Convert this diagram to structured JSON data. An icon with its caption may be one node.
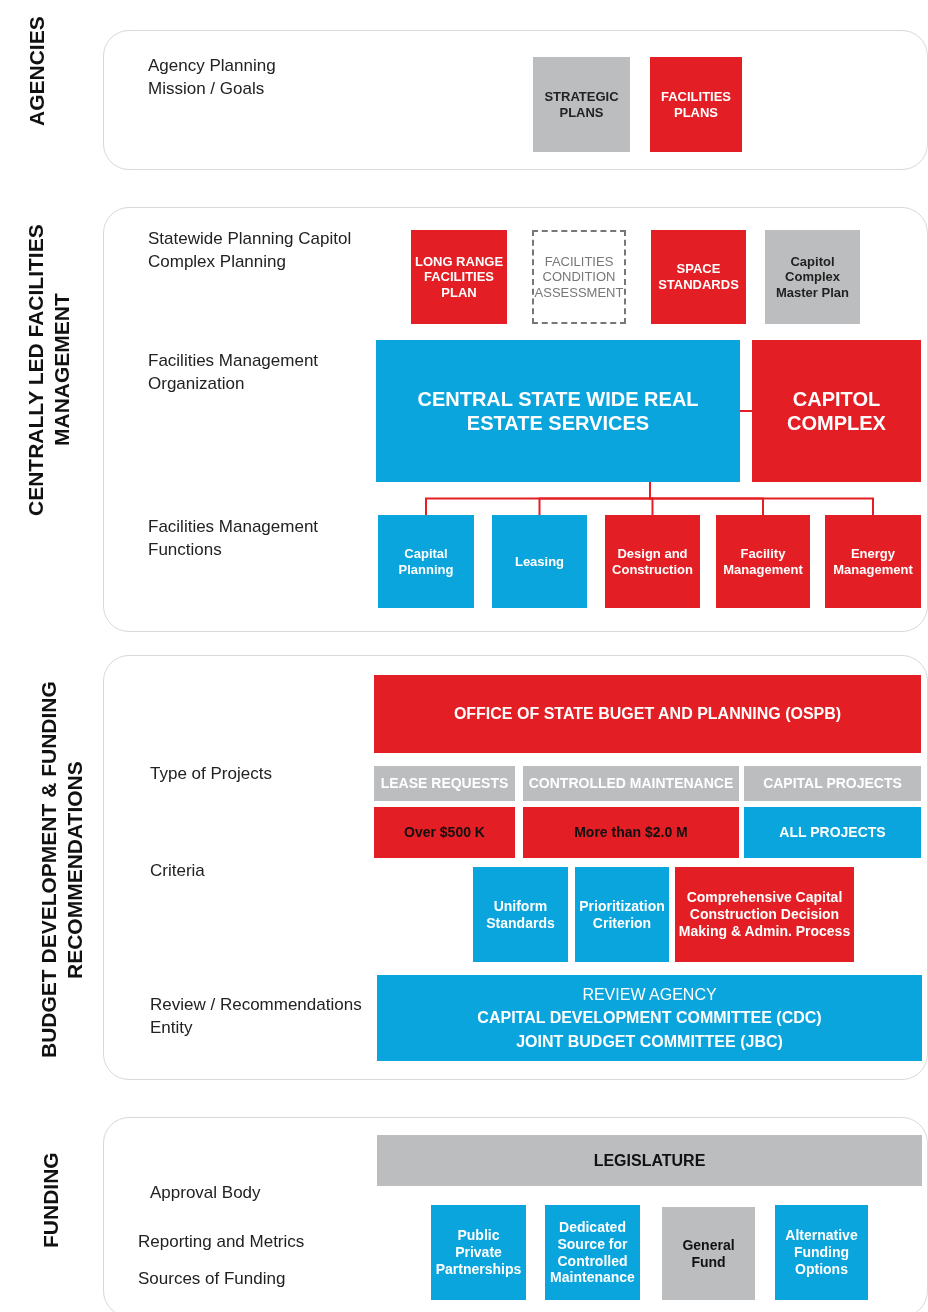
{
  "diagram": {
    "nodes": [
      {
        "text": [
          "AGENCIES",
          "Agency Planning Mission / Goals"
        ]
      },
      {
        "text": [
          "STRATEGIC PLANS"
        ],
        "in": 0
      },
      {
        "text": [
          "FACILITIES PLANS"
        ],
        "in": 0
      },
      {
        "text": [
          "CENTRALLY LED FACILITIES MANAGEMENT",
          "Statewide Planning Capitol Complex Planning",
          "Facilities Management Organization",
          "Facilities Management Functions"
        ]
      },
      {
        "text": [
          "LONG RANGE FACILITIES PLAN"
        ],
        "in": 3
      },
      {
        "text": [
          "FACILITIES CONDITION ASSESSMENT"
        ],
        "in": 3
      },
      {
        "text": [
          "SPACE STANDARDS"
        ],
        "in": 3
      },
      {
        "text": [
          "Capitol Complex Master Plan"
        ],
        "in": 3
      },
      {
        "text": [
          "CENTRAL STATE WIDE REAL ESTATE SERVICES"
        ],
        "in": 3
      },
      {
        "text": [
          "CAPITOL COMPLEX"
        ],
        "in": 3
      },
      {
        "text": [
          "Capital Planning"
        ],
        "in": 3
      },
      {
        "text": [
          "Leasing"
        ],
        "in": 3
      },
      {
        "text": [
          "Design and Construction"
        ],
        "in": 3
      },
      {
        "text": [
          "Facility Management"
        ],
        "in": 3
      },
      {
        "text": [
          "Energy Management"
        ],
        "in": 3
      },
      {
        "text": [
          "BUDGET DEVELOPMENT & FUNDING RECOMMENDATIONS",
          "Type of Projects",
          "Criteria",
          "Review / Recommendations Entity"
        ]
      },
      {
        "text": [
          "OFFICE OF STATE BUGET AND PLANNING (OSPB)"
        ],
        "in": 15
      },
      {
        "text": [
          "LEASE REQUESTS"
        ],
        "in": 15
      },
      {
        "text": [
          "CONTROLLED MAINTENANCE"
        ],
        "in": 15
      },
      {
        "text": [
          "CAPITAL PROJECTS"
        ],
        "in": 15
      },
      {
        "text": [
          "Over $500 K"
        ],
        "in": 15
      },
      {
        "text": [
          "More than $2.0 M"
        ],
        "in": 15
      },
      {
        "text": [
          "ALL PROJECTS"
        ],
        "in": 15
      },
      {
        "text": [
          "Uniform Standards"
        ],
        "in": 15
      },
      {
        "text": [
          "Prioritization Criterion"
        ],
        "in": 15
      },
      {
        "text": [
          "Comprehensive Capital Construction Decision Making & Admin. Process"
        ],
        "in": 15
      },
      {
        "text": [
          "REVIEW AGENCY",
          "CAPITAL DEVELOPMENT COMMITTEE (CDC)",
          "JOINT BUDGET COMMITTEE (JBC)"
        ],
        "in": 15
      },
      {
        "text": [
          "FUNDING",
          "Approval Body",
          "Reporting and Metrics",
          "Sources of Funding"
        ]
      },
      {
        "text": [
          "LEGISLATURE"
        ],
        "in": 27
      },
      {
        "text": [
          "Public Private Partnerships"
        ],
        "in": 27
      },
      {
        "text": [
          "Dedicated Source for Controlled Maintenance"
        ],
        "in": 27
      },
      {
        "text": [
          "General Fund"
        ],
        "in": 27
      },
      {
        "text": [
          "Alternative Funding Options"
        ],
        "in": 27
      }
    ],
    "edges": [
      {
        "from": 8,
        "to": 9,
        "arrow": "none"
      },
      {
        "from": 8,
        "to": 10,
        "arrow": "none"
      },
      {
        "from": 8,
        "to": 11,
        "arrow": "none"
      },
      {
        "from": 8,
        "to": 12,
        "arrow": "none"
      },
      {
        "from": 8,
        "to": 13,
        "arrow": "none"
      },
      {
        "from": 8,
        "to": 14,
        "arrow": "none"
      }
    ]
  }
}
